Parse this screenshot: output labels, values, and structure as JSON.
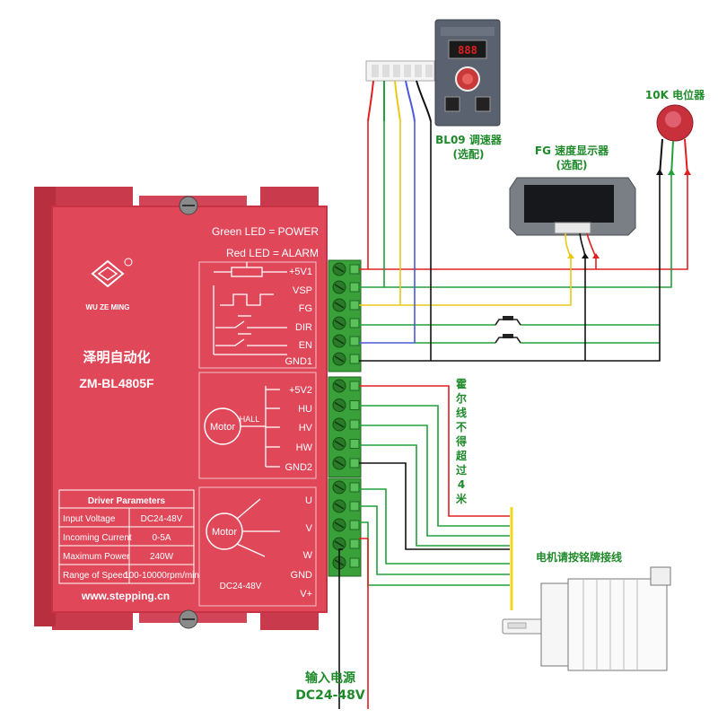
{
  "driver": {
    "brand_cn": "泽明自动化",
    "logo_name": "WU ZE MING",
    "model": "ZM-BL4805F",
    "website": "www.stepping.cn",
    "led_green": "Green LED = POWER",
    "led_red": "Red LED = ALARM",
    "signal_labels": [
      "+5V1",
      "VSP",
      "FG",
      "DIR",
      "EN",
      "GND1"
    ],
    "hall_labels": [
      "+5V2",
      "HU",
      "HV",
      "HW",
      "GND2"
    ],
    "hall_text": "HALL",
    "motor_text": "Motor",
    "power_labels": [
      "U",
      "V",
      "W",
      "GND",
      "V+"
    ],
    "power_voltage": "DC24-48V",
    "params": {
      "title": "Driver Parameters",
      "rows": [
        {
          "label": "Input Voltage",
          "value": "DC24-48V"
        },
        {
          "label": "Incoming Current",
          "value": "0-5A"
        },
        {
          "label": "Maximum Power",
          "value": "240W"
        },
        {
          "label": "Range of Speed",
          "value": "100-10000rpm/min"
        }
      ]
    }
  },
  "accessories": {
    "bl09_label": "BL09 调速器",
    "bl09_note": "(选配)",
    "fg_label": "FG 速度显示器",
    "fg_note": "(选配)",
    "pot_label": "10K 电位器"
  },
  "notes": {
    "hall_note_chars": [
      "霍",
      "尔",
      "线",
      "不",
      "得",
      "超",
      "过",
      "4",
      "米"
    ],
    "motor_note": "电机请按铭牌接线",
    "power_title": "输入电源",
    "power_voltage": "DC24-48V"
  },
  "colors": {
    "driver_body": "#e0485a",
    "terminal": "#3aa03a",
    "wire_red": "#e02020",
    "wire_green": "#22a03a",
    "wire_yellow": "#e8c818",
    "wire_blue": "#4a5ad8",
    "wire_black": "#111111",
    "label_green": "#1f8a2a"
  }
}
